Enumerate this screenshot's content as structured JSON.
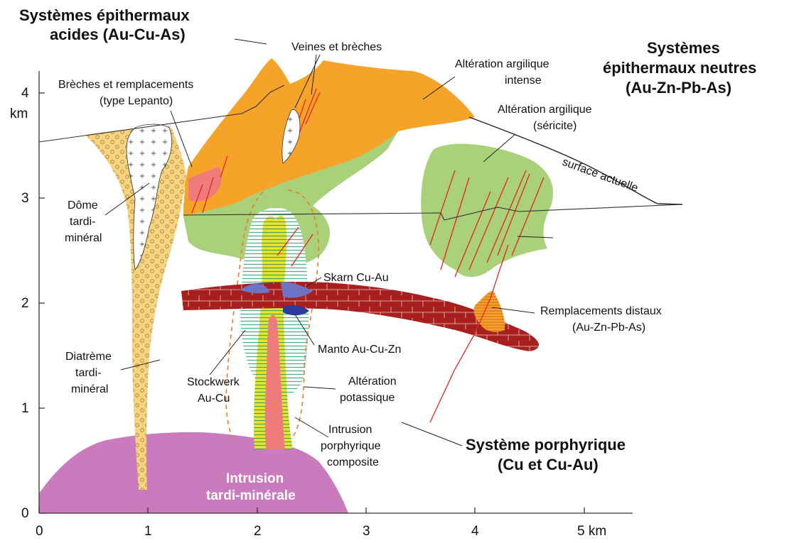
{
  "axes": {
    "y_ticks": [
      "0",
      "1",
      "2",
      "3",
      "4"
    ],
    "y_unit": "km",
    "x_ticks": [
      "0",
      "1",
      "2",
      "3",
      "4",
      "5 km"
    ]
  },
  "titles": {
    "acid_1": "Systèmes épithermaux",
    "acid_2": "acides (Au-Cu-As)",
    "neutral_1": "Systèmes",
    "neutral_2": "épithermaux neutres",
    "neutral_3": "(Au-Zn-Pb-As)",
    "porphyry_1": "Système porphyrique",
    "porphyry_2": "(Cu et Cu-Au)"
  },
  "labels": {
    "breches_1": "Brèches et remplacements",
    "breches_2": "(type Lepanto)",
    "veines": "Veines et brèches",
    "argil_int_1": "Altération argilique",
    "argil_int_2": "intense",
    "argil_ser_1": "Altération argilique",
    "argil_ser_2": "(séricite)",
    "surface": "surface actuelle",
    "dome_1": "Dôme",
    "dome_2": "tardi-",
    "dome_3": "minéral",
    "skarn": "Skarn Cu-Au",
    "rempl_1": "Remplacements distaux",
    "rempl_2": "(Au-Zn-Pb-As)",
    "manto": "Manto Au-Cu-Zn",
    "diatreme_1": "Diatrème",
    "diatreme_2": "tardi-",
    "diatreme_3": "minéral",
    "stockwerk_1": "Stockwerk",
    "stockwerk_2": "Au-Cu",
    "potass_1": "Altération",
    "potass_2": "potassique",
    "intrusion_p_1": "Intrusion",
    "intrusion_p_2": "porphyrique",
    "intrusion_p_3": "composite",
    "intrusion_t_1": "Intrusion",
    "intrusion_t_2": "tardi-minérale"
  },
  "colors": {
    "orange": "#f6a32a",
    "green": "#a9d17a",
    "red_brown": "#a8201e",
    "purple": "#c97bbd",
    "diatreme": "#f8d37f",
    "yellow": "#e6e531",
    "pink_red": "#ef7b7b",
    "blue": "#6e74c4",
    "vein_red": "#e8241f"
  }
}
